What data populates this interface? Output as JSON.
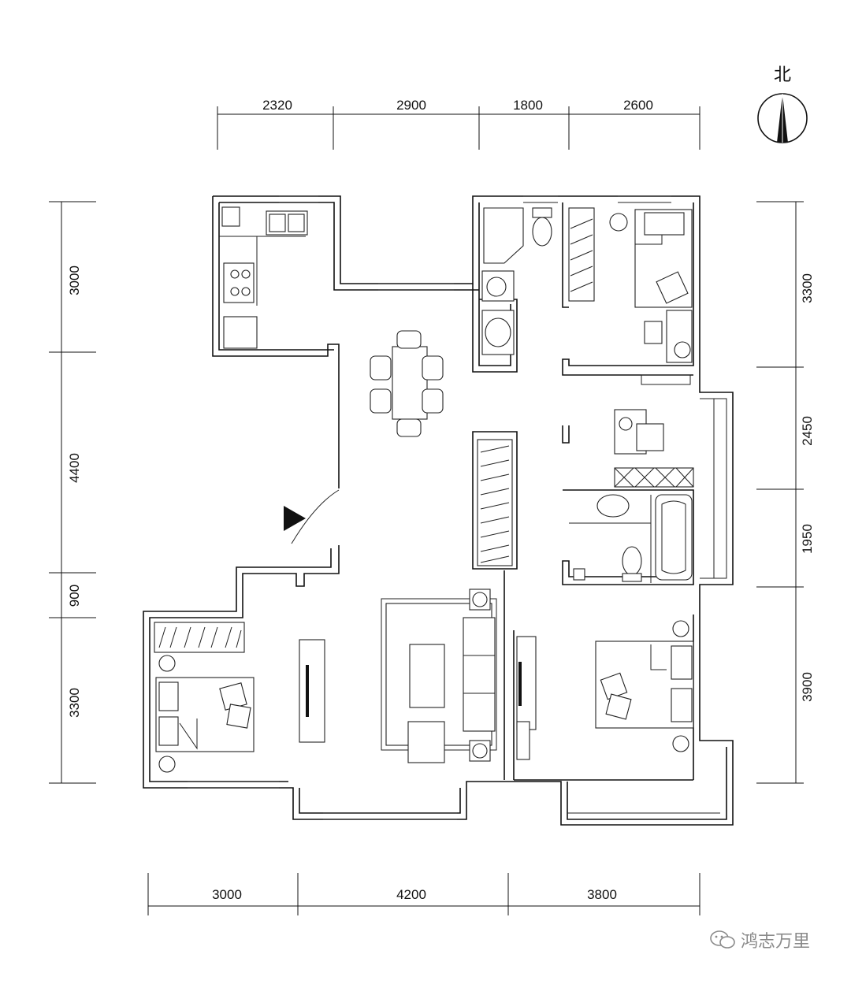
{
  "compass": {
    "label": "北"
  },
  "dimensions": {
    "top": [
      "2320",
      "2900",
      "1800",
      "2600"
    ],
    "bottom": [
      "3000",
      "4200",
      "3800"
    ],
    "left": [
      "3000",
      "4400",
      "900",
      "3300"
    ],
    "right": [
      "3300",
      "2450",
      "1950",
      "3900"
    ]
  },
  "watermark": {
    "text": "鸿志万里"
  }
}
